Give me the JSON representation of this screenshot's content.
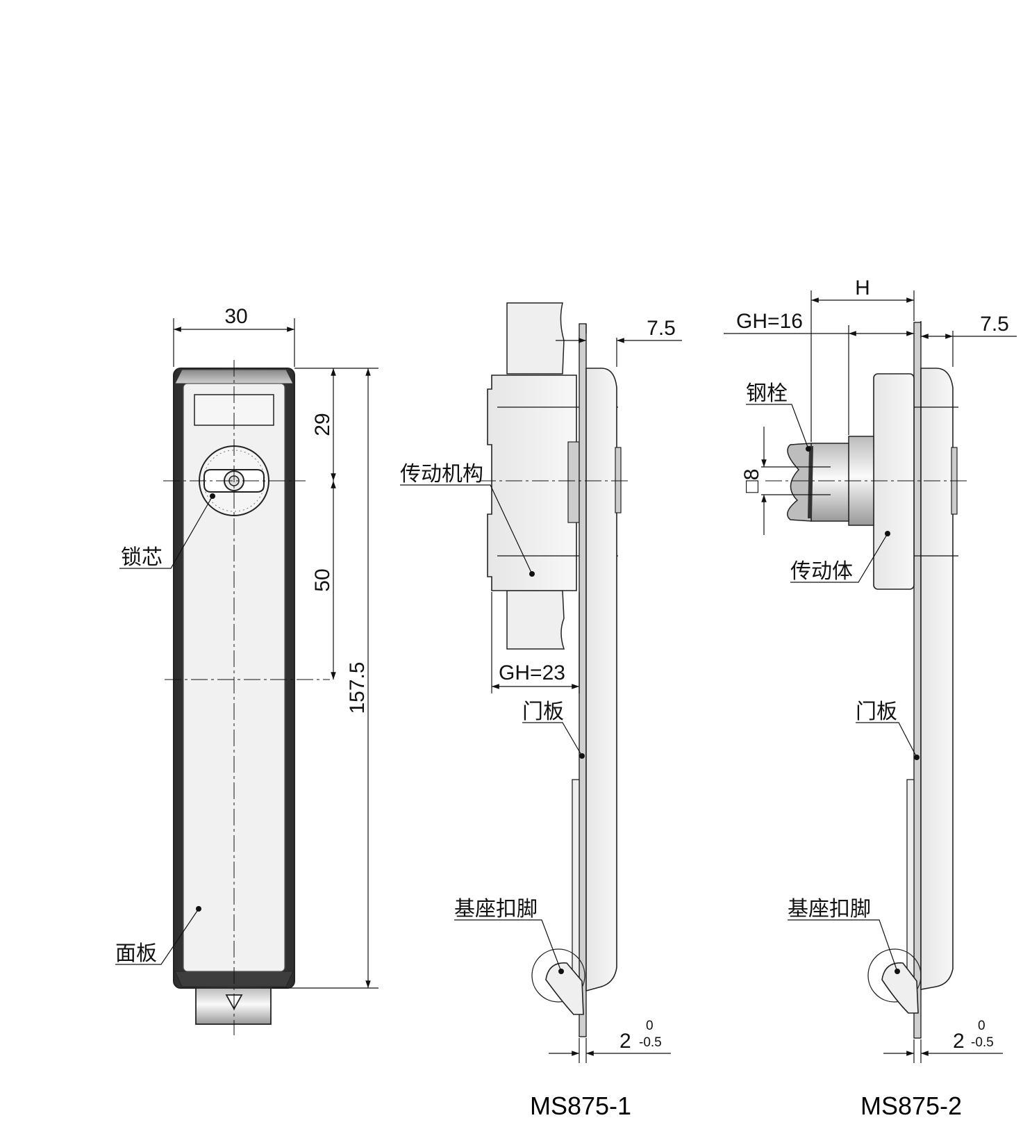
{
  "front_view": {
    "dim_width": "30",
    "dim_top_to_core": "29",
    "dim_core_to_mount": "50",
    "dim_total_height": "157.5",
    "label_lock_core": "锁芯",
    "label_panel": "面板"
  },
  "side_view_1": {
    "dim_offset": "7.5",
    "dim_gh": "GH=23",
    "label_mechanism": "传动机构",
    "label_door": "门板",
    "label_base_clip": "基座扣脚",
    "tol_nominal": "2",
    "tol_upper": "0",
    "tol_lower": "-0.5",
    "model": "MS875-1"
  },
  "side_view_2": {
    "dim_h": "H",
    "dim_gh": "GH=16",
    "dim_offset": "7.5",
    "dim_square": "□8",
    "label_bolt": "钢栓",
    "label_drive_body": "传动体",
    "label_door": "门板",
    "label_base_clip": "基座扣脚",
    "tol_nominal": "2",
    "tol_upper": "0",
    "tol_lower": "-0.5",
    "model": "MS875-2"
  },
  "colors": {
    "line": "#111111",
    "panel_fill": "#efefef",
    "frame_dark": "#3a3a3a"
  }
}
